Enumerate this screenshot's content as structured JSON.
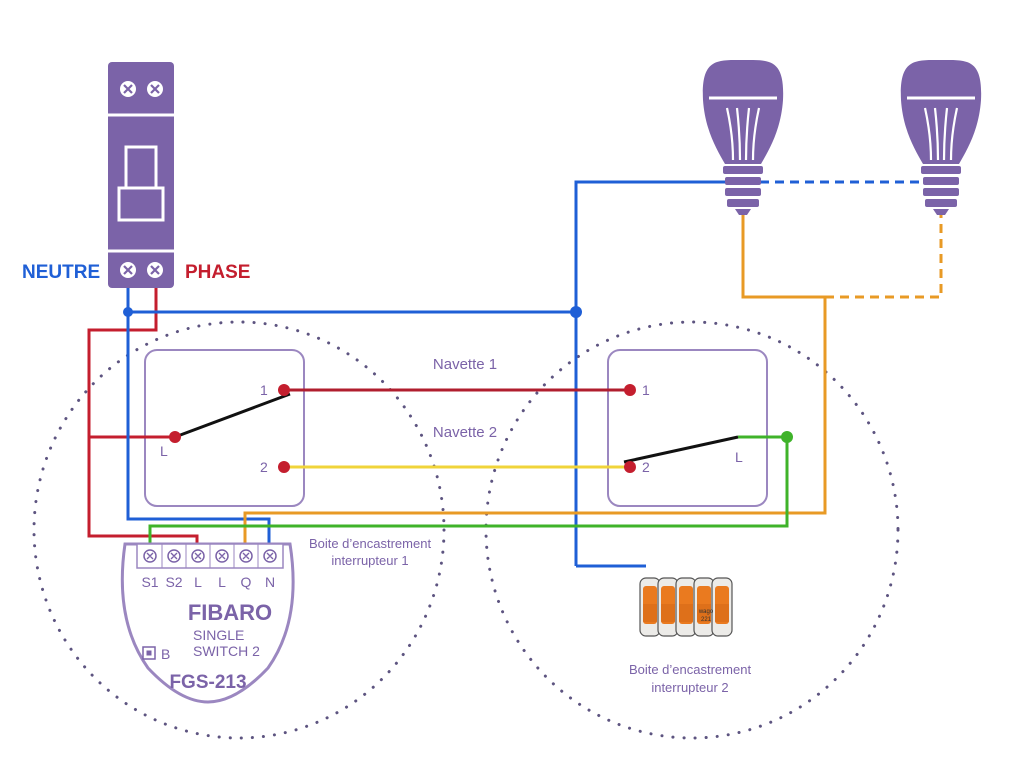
{
  "colors": {
    "neutral": "#1f5fd6",
    "phase": "#c41e2e",
    "navette2": "#f0d43a",
    "return": "#e89a25",
    "green": "#3fb32a",
    "purple": "#7b63a8",
    "dots": "#5d5480"
  },
  "labels": {
    "neutre": "NEUTRE",
    "phase": "PHASE",
    "navette1": "Navette 1",
    "navette2": "Navette 2",
    "box1_line1": "Boite d’encastrement",
    "box1_line2": "interrupteur 1",
    "box2_line1": "Boite d’encastrement",
    "box2_line2": "interrupteur 2"
  },
  "switch1": {
    "t1": "1",
    "t2": "2",
    "tL": "L"
  },
  "switch2": {
    "t1": "1",
    "t2": "2",
    "tL": "L"
  },
  "fibaro": {
    "terminals": [
      "S1",
      "S2",
      "L",
      "L",
      "Q",
      "N"
    ],
    "brand": "FIBARO",
    "line1": "SINGLE",
    "line2": "SWITCH 2",
    "button": "B",
    "model": "FGS-213"
  },
  "wago": {
    "brand": "wago",
    "model": "221"
  },
  "icons": {
    "breaker": "circuit-breaker-icon",
    "bulb": "light-bulb-icon",
    "connector": "wago-connector-icon"
  }
}
